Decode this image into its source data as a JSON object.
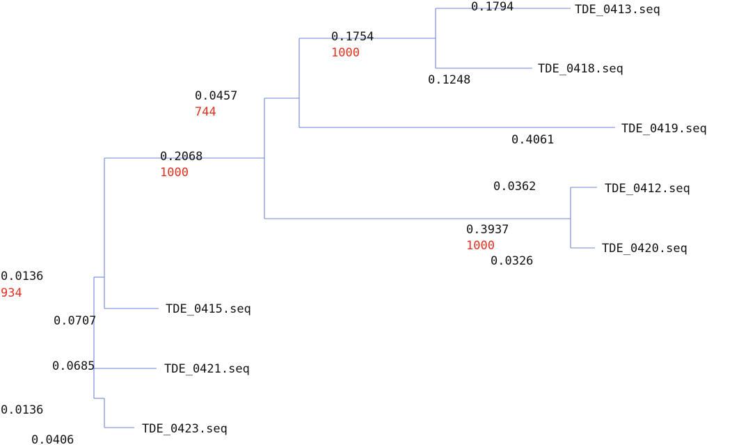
{
  "colors": {
    "branch": "#6a84d8",
    "bootstrap": "#e0301e",
    "text": "#111111"
  },
  "tree": {
    "leaves": {
      "tde_0413": "TDE_0413.seq",
      "tde_0418": "TDE_0418.seq",
      "tde_0419": "TDE_0419.seq",
      "tde_0412": "TDE_0412.seq",
      "tde_0420": "TDE_0420.seq",
      "tde_0415": "TDE_0415.seq",
      "tde_0421": "TDE_0421.seq",
      "tde_0423": "TDE_0423.seq"
    },
    "branch_lengths": {
      "b_0413": "0.1794",
      "b_0418": "0.1248",
      "b_0413_0418": "0.1754",
      "b_0419": "0.4061",
      "b_upper": "0.0457",
      "b_0412": "0.0362",
      "b_0412_0420": "0.3937",
      "b_0420": "0.0326",
      "b_main": "0.2068",
      "b_0415": "0.0707",
      "b_root_upper": "0.0136",
      "b_0421": "0.0685",
      "b_root_lower": "0.0136",
      "b_0423": "0.0406"
    },
    "bootstrap": {
      "s_0413_0418": "1000",
      "s_upper": "744",
      "s_0412_0420": "1000",
      "s_main": "1000",
      "s_root_upper": "934"
    }
  }
}
